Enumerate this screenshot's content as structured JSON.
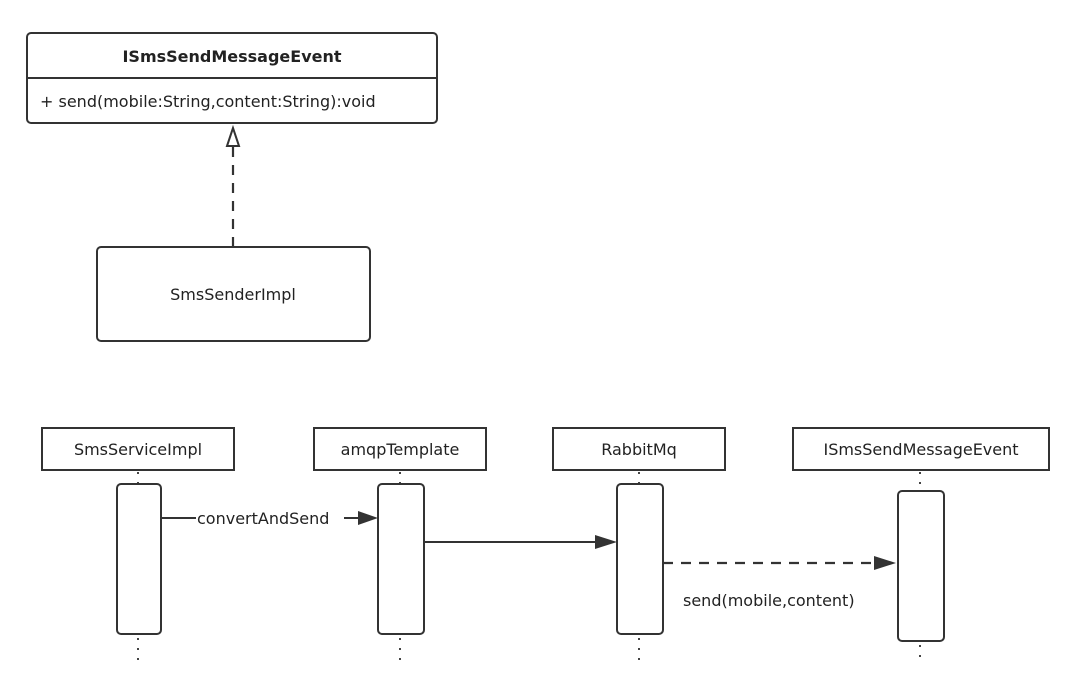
{
  "class_diagram": {
    "interface": {
      "name": "ISmsSendMessageEvent",
      "members": [
        "+ send(mobile:String,content:String):void"
      ]
    },
    "implementation": {
      "name": "SmsSenderImpl"
    },
    "relation": "realization"
  },
  "sequence_diagram": {
    "participants": [
      {
        "name": "SmsServiceImpl"
      },
      {
        "name": "amqpTemplate"
      },
      {
        "name": "RabbitMq"
      },
      {
        "name": "ISmsSendMessageEvent"
      }
    ],
    "messages": [
      {
        "from": "SmsServiceImpl",
        "to": "amqpTemplate",
        "label": "convertAndSend",
        "style": "solid"
      },
      {
        "from": "amqpTemplate",
        "to": "RabbitMq",
        "label": "",
        "style": "solid"
      },
      {
        "from": "RabbitMq",
        "to": "ISmsSendMessageEvent",
        "label": "send(mobile,content)",
        "style": "dashed"
      }
    ]
  }
}
